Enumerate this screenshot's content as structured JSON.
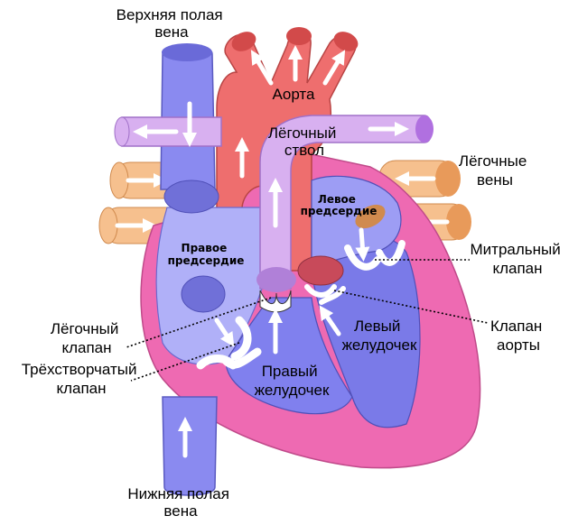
{
  "labels": {
    "superior_vena_cava": [
      "Верхняя полая",
      "вена"
    ],
    "aorta": "Аорта",
    "pulmonary_trunk": [
      "Лёгочный",
      "ствол"
    ],
    "pulmonary_veins": [
      "Лёгочные",
      "вены"
    ],
    "left_atrium": [
      "Левое",
      "предсердие"
    ],
    "right_atrium": [
      "Правое",
      "предсердие"
    ],
    "mitral_valve": [
      "Митральный",
      "клапан"
    ],
    "aortic_valve": [
      "Клапан",
      "аорты"
    ],
    "left_ventricle": [
      "Левый",
      "желудочек"
    ],
    "pulmonary_valve": [
      "Лёгочный",
      "клапан"
    ],
    "tricuspid_valve": [
      "Трёхстворчатый",
      "клапан"
    ],
    "right_ventricle": [
      "Правый",
      "желудочек"
    ],
    "inferior_vena_cava": [
      "Нижняя полая",
      "вена"
    ]
  },
  "colors": {
    "deoxygenated": "#8a8af0",
    "right_heart": "#b0b0f8",
    "oxygenated": "#ee6e6e",
    "pulmonary": "#d8b0f0",
    "wall": "#ee6ab2",
    "vein_orange": "#f6c08e"
  }
}
